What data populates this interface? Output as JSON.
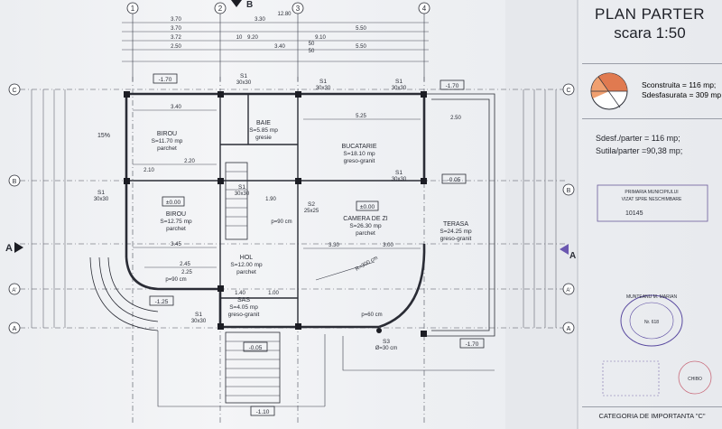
{
  "title": {
    "line1": "PLAN PARTER",
    "line2": "scara 1:50"
  },
  "areas": {
    "sconstruita": "Sconstruita = 116 mp;",
    "sdesfasurata": "Sdesfasurata = 309 mp",
    "sdesf_parter": "Sdesf./parter = 116 mp;",
    "sutila_parter": "Sutila/parter =90,38 mp;"
  },
  "category": "CATEGORIA DE IMPORTANTA \"C\"",
  "axes": {
    "top": [
      "1",
      "2",
      "3",
      "4"
    ],
    "rows_left": [
      "C",
      "B",
      "A",
      "A'",
      "A"
    ],
    "rows_right": [
      "C",
      "B",
      "A",
      "A'",
      "A"
    ],
    "section_label": "A",
    "section_top": "B"
  },
  "top_dims": {
    "row1": [
      "3.70",
      "3.30",
      "12.80",
      "5.50"
    ],
    "row2": [
      "3.70",
      "9.10"
    ],
    "row3": [
      "3.72",
      "9.20",
      "10"
    ],
    "row4": [
      "2.50",
      "50",
      "5.50",
      "3.40",
      "50"
    ]
  },
  "rooms": [
    {
      "name": "BIROU",
      "area": "S=11.70 mp",
      "floor": "parchet"
    },
    {
      "name": "BAIE",
      "area": "S=5.85 mp",
      "floor": "gresie"
    },
    {
      "name": "BUCATARIE",
      "area": "S=18.10 mp",
      "floor": "greso-granit"
    },
    {
      "name": "BIROU",
      "area": "S=12.75 mp",
      "floor": "parchet"
    },
    {
      "name": "CAMERA DE ZI",
      "area": "S=26.30 mp",
      "floor": "parchet"
    },
    {
      "name": "TERASA",
      "area": "S=24.25 mp",
      "floor": "greso-granit"
    },
    {
      "name": "HOL",
      "area": "S=12.00 mp",
      "floor": "parchet"
    },
    {
      "name": "SAS",
      "area": "S=4.05 mp",
      "floor": "greso-granit"
    }
  ],
  "levels": {
    "l1": "-1.70",
    "l2": "±0.00",
    "l3": "-0.05",
    "l4": "±0.00",
    "l5": "-1.25",
    "l6": "-0.05",
    "l7": "-1.10",
    "l8": "-1.70"
  },
  "columns": {
    "s1": "S1",
    "s1_size": "30x30",
    "s2": "S2",
    "s2_size": "25x25",
    "s3": "S3",
    "s3_size": "Ø=30 cm"
  },
  "misc": {
    "slope": "15%",
    "radius": "R=300 cm",
    "p90": "p=90 cm",
    "p60": "p=60 cm"
  },
  "inner_dims": [
    "3.40",
    "2.20",
    "2.10",
    "3.45",
    "5.25",
    "3.30",
    "3.00",
    "2.45",
    "2.25",
    "1.40",
    "1.00",
    "1.90",
    "2.50"
  ],
  "stamps": {
    "stamp1_line1": "PRIMARIA MUNICIPIULUI",
    "stamp1_line2": "VIZAT SPRE NESCHIMBARE",
    "stamp1_number": "10145",
    "stamp2_name": "MUNTEANU M. MARIAN",
    "stamp2_code": "Nr. 618",
    "stamp3_name": "CHIBO"
  }
}
